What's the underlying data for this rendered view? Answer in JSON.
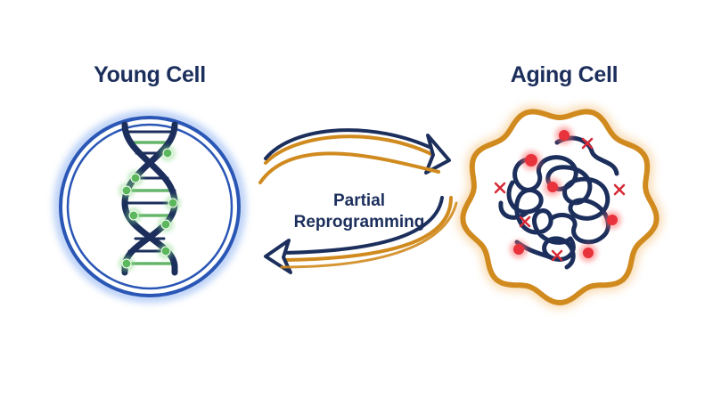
{
  "young_cell": {
    "title": "Young Cell"
  },
  "aging_cell": {
    "title": "Aging Cell"
  },
  "process": {
    "label_line1": "Partial",
    "label_line2": "Reprogramming"
  },
  "colors": {
    "navy": "#1c2f5c",
    "blue_ring": "#2a56b5",
    "gold": "#d08a1e",
    "green": "#5cb85c",
    "red": "#e02a35"
  }
}
